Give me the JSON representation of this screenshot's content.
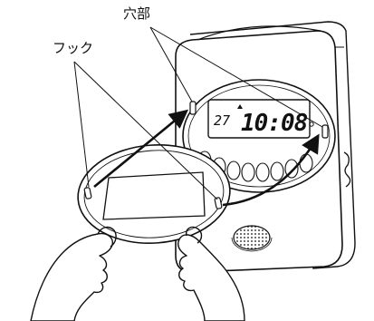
{
  "labels": {
    "hole": "穴部",
    "hook": "フック"
  },
  "display": {
    "day": "27",
    "time": "10:08"
  },
  "colors": {
    "line": "#111111",
    "fill": "#ffffff",
    "shade": "#d9d9d9"
  }
}
